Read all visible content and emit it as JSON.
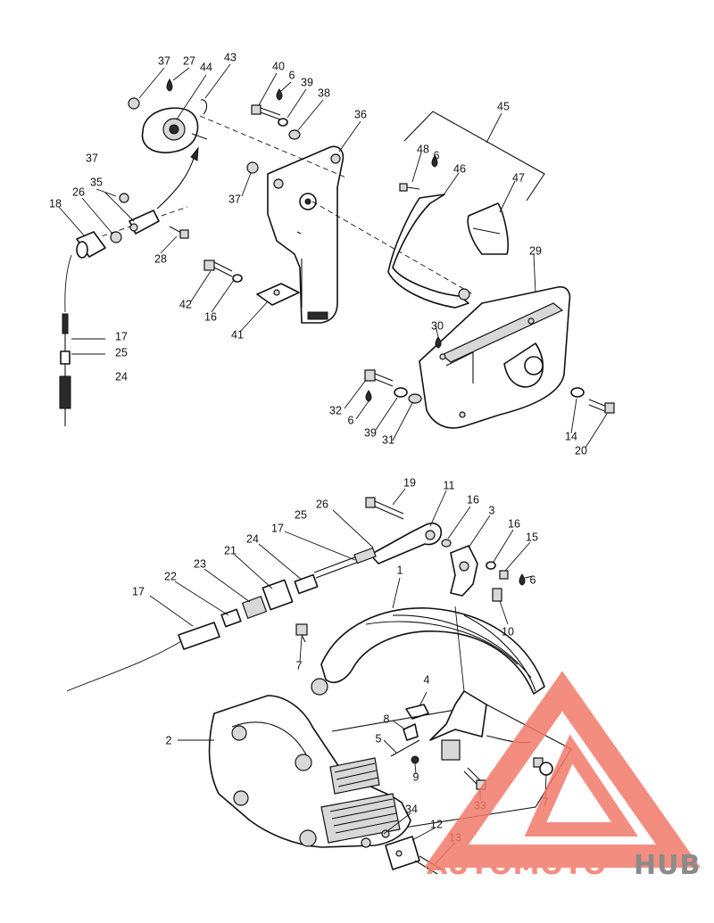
{
  "callouts_upper": [
    {
      "id": "c37a",
      "label": "37"
    },
    {
      "id": "c27",
      "label": "27"
    },
    {
      "id": "c44",
      "label": "44"
    },
    {
      "id": "c43",
      "label": "43"
    },
    {
      "id": "c40",
      "label": "40"
    },
    {
      "id": "c6a",
      "label": "6"
    },
    {
      "id": "c39a",
      "label": "39"
    },
    {
      "id": "c38",
      "label": "38"
    },
    {
      "id": "c36",
      "label": "36"
    },
    {
      "id": "c45",
      "label": "45"
    },
    {
      "id": "c37b",
      "label": "37"
    },
    {
      "id": "c35",
      "label": "35"
    },
    {
      "id": "c18",
      "label": "18"
    },
    {
      "id": "c26a",
      "label": "26"
    },
    {
      "id": "c37c",
      "label": "37"
    },
    {
      "id": "c28",
      "label": "28"
    },
    {
      "id": "c48",
      "label": "48"
    },
    {
      "id": "c6b",
      "label": "6"
    },
    {
      "id": "c46",
      "label": "46"
    },
    {
      "id": "c47",
      "label": "47"
    },
    {
      "id": "c29",
      "label": "29"
    },
    {
      "id": "c42",
      "label": "42"
    },
    {
      "id": "c16a",
      "label": "16"
    },
    {
      "id": "c41",
      "label": "41"
    },
    {
      "id": "c30",
      "label": "30"
    },
    {
      "id": "c17a",
      "label": "17"
    },
    {
      "id": "c25a",
      "label": "25"
    },
    {
      "id": "c24a",
      "label": "24"
    },
    {
      "id": "c32",
      "label": "32"
    },
    {
      "id": "c6c",
      "label": "6"
    },
    {
      "id": "c39b",
      "label": "39"
    },
    {
      "id": "c31",
      "label": "31"
    },
    {
      "id": "c14",
      "label": "14"
    },
    {
      "id": "c20",
      "label": "20"
    }
  ],
  "callouts_lower": [
    {
      "id": "c19",
      "label": "19"
    },
    {
      "id": "c11",
      "label": "11"
    },
    {
      "id": "c26b",
      "label": "26"
    },
    {
      "id": "c16b",
      "label": "16"
    },
    {
      "id": "c3",
      "label": "3"
    },
    {
      "id": "c25b",
      "label": "25"
    },
    {
      "id": "c17b",
      "label": "17"
    },
    {
      "id": "c16c",
      "label": "16"
    },
    {
      "id": "c15",
      "label": "15"
    },
    {
      "id": "c24b",
      "label": "24"
    },
    {
      "id": "c21",
      "label": "21"
    },
    {
      "id": "c23",
      "label": "23"
    },
    {
      "id": "c6d",
      "label": "6"
    },
    {
      "id": "c1",
      "label": "1"
    },
    {
      "id": "c22",
      "label": "22"
    },
    {
      "id": "c17c",
      "label": "17"
    },
    {
      "id": "c10",
      "label": "10"
    },
    {
      "id": "c7a",
      "label": "7"
    },
    {
      "id": "c4",
      "label": "4"
    },
    {
      "id": "c8",
      "label": "8"
    },
    {
      "id": "c2",
      "label": "2"
    },
    {
      "id": "c5",
      "label": "5"
    },
    {
      "id": "c9",
      "label": "9"
    },
    {
      "id": "c33",
      "label": "33"
    },
    {
      "id": "c7b",
      "label": "7"
    },
    {
      "id": "c34",
      "label": "34"
    },
    {
      "id": "c12",
      "label": "12"
    },
    {
      "id": "c13",
      "label": "13"
    }
  ],
  "watermark": {
    "brand_part1": "AUTOMOTO",
    "brand_part2": "HUB",
    "accent_color": "#f27a6a",
    "secondary_color": "#777777"
  }
}
